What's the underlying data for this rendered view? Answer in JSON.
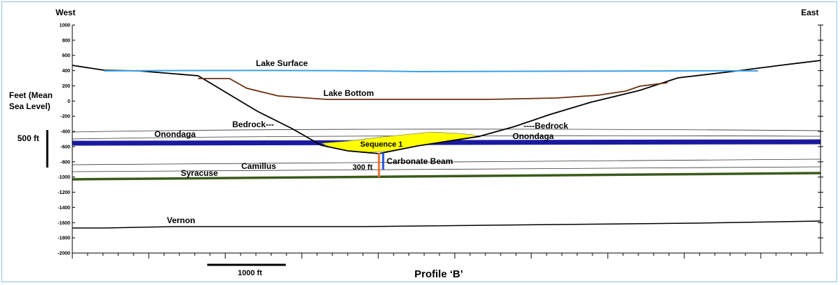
{
  "chart_data": {
    "type": "diagram",
    "title": "Profile ‘B’",
    "direction_left": "West",
    "direction_right": "East",
    "ylabel_line1": "Feet (Mean",
    "ylabel_line2": "Sea Level)",
    "yticks": [
      "1000",
      "800",
      "600",
      "400",
      "200",
      "0",
      "-200",
      "-400",
      "-600",
      "-800",
      "-1000",
      "-1200",
      "-1400",
      "-1600",
      "-1800",
      "-2000"
    ],
    "ylim": [
      -2000,
      1000
    ],
    "vertical_scale_label": "500 ft",
    "horizontal_scale_label": "1000 ft",
    "labels": {
      "lake_surface": "Lake Surface",
      "lake_bottom": "Lake Bottom",
      "bedrock_left": "Bedrock---",
      "bedrock_right": "----Bedrock",
      "onondaga_left": "Onondaga",
      "onondaga_right": "Onondaga",
      "sequence": "Sequence 1",
      "carbonate_beam": "Carbonate Beam",
      "thickness": "300 ft",
      "camillus": "Camillus",
      "syracuse": "Syracuse",
      "vernon": "Vernon"
    },
    "colors": {
      "lake_surface": "#3aa0e8",
      "lake_bottom": "#6b2e0e",
      "onondaga_band": "#1a1aa0",
      "syracuse_line": "#3a5a1a",
      "sequence_fill": "#ffff00",
      "orange_bar": "#e8702a",
      "blue_bar": "#1f4fd8"
    },
    "layers": {
      "lake_surface_elev": 400,
      "lake_bottom_elev": 0,
      "onondaga_elev": -580,
      "syracuse_elev": -1040,
      "vernon_elev": -1680
    }
  }
}
